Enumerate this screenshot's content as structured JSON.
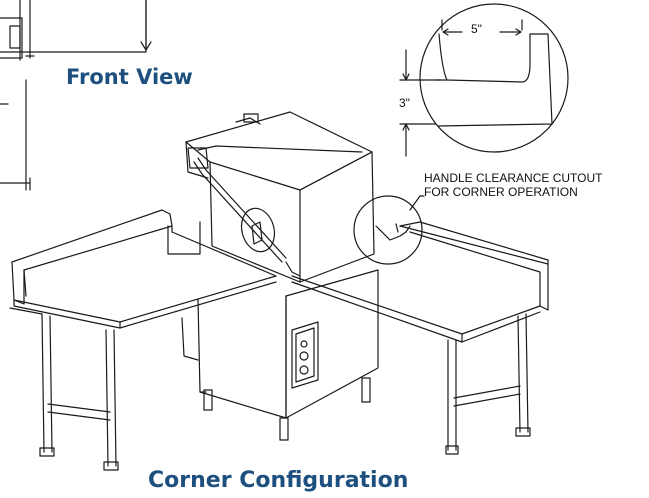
{
  "labels": {
    "front_view": "Front View",
    "corner_configuration": "Corner Configuration",
    "callout_line1": "HANDLE CLEARANCE CUTOUT",
    "callout_line2": "FOR CORNER OPERATION",
    "dim_width": "5\"",
    "dim_height": "3\""
  },
  "colors": {
    "heading": "#1d4f7f",
    "line": "#1a1a1a",
    "background": "#ffffff"
  }
}
